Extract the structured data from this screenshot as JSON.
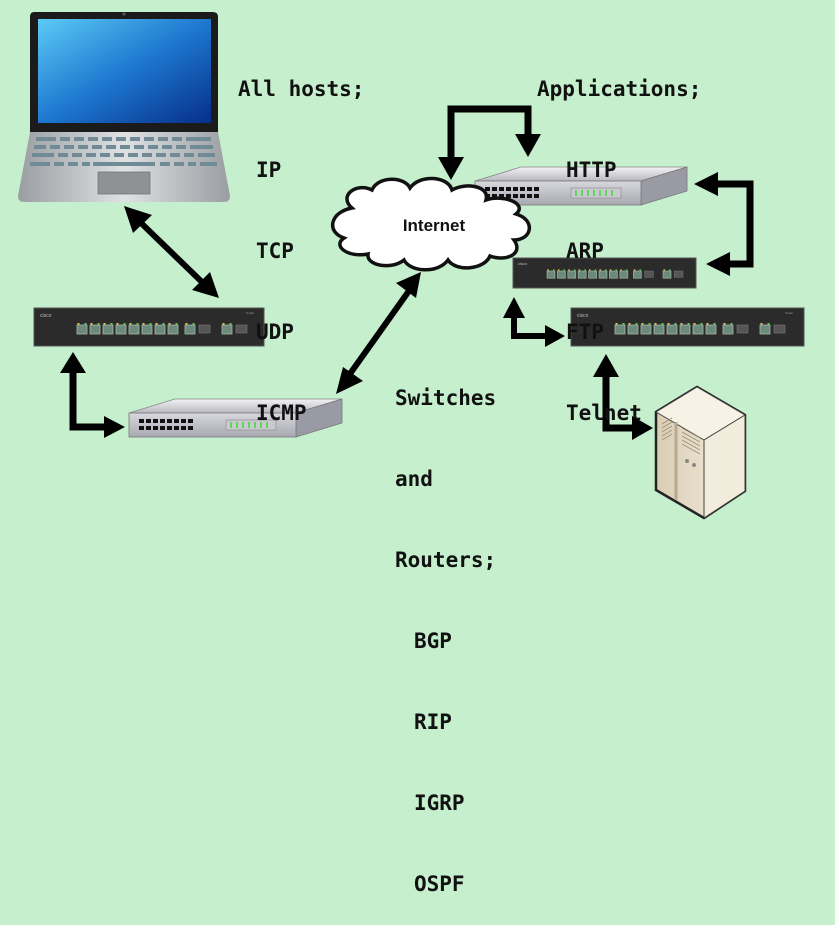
{
  "diagram": {
    "hosts_label": {
      "title": "All hosts;",
      "items": [
        "IP",
        "TCP",
        "UDP",
        "ICMP"
      ]
    },
    "applications_label": {
      "title": "Applications;",
      "items": [
        "HTTP",
        "ARP",
        "FTP",
        "Telnet"
      ]
    },
    "routers_label": {
      "title_lines": [
        "Switches",
        "and",
        "Routers;"
      ],
      "items": [
        "BGP",
        "RIP",
        "IGRP",
        "OSPF"
      ]
    },
    "cloud": {
      "label": "Internet"
    },
    "nodes": [
      {
        "id": "laptop",
        "type": "laptop"
      },
      {
        "id": "switch-left-rack",
        "type": "rack-switch"
      },
      {
        "id": "switch-left-hub",
        "type": "hub-switch"
      },
      {
        "id": "internet-cloud",
        "type": "cloud"
      },
      {
        "id": "switch-top-hub",
        "type": "hub-switch"
      },
      {
        "id": "switch-right-rack-1",
        "type": "rack-switch"
      },
      {
        "id": "switch-right-rack-2",
        "type": "rack-switch"
      },
      {
        "id": "server",
        "type": "server"
      }
    ],
    "connections": [
      {
        "from": "laptop",
        "to": "switch-left-rack",
        "style": "double-arrow"
      },
      {
        "from": "switch-left-rack",
        "to": "switch-left-hub",
        "style": "elbow-double-arrow"
      },
      {
        "from": "switch-left-hub",
        "to": "internet-cloud",
        "style": "double-arrow"
      },
      {
        "from": "internet-cloud",
        "to": "switch-top-hub",
        "style": "bracket-double-arrow"
      },
      {
        "from": "switch-top-hub",
        "to": "switch-right-rack-1",
        "style": "bracket-double-arrow"
      },
      {
        "from": "switch-right-rack-1",
        "to": "switch-right-rack-2",
        "style": "elbow-double-arrow"
      },
      {
        "from": "switch-right-rack-2",
        "to": "server",
        "style": "elbow-double-arrow"
      }
    ],
    "colors": {
      "background": "#c6efce",
      "arrow": "#000000",
      "screen_light": "#4fc3f7",
      "screen_dark": "#0d3d9a",
      "rack_body": "#2a2a2a",
      "port_led": "#66dd55",
      "server_body": "#ede3cf"
    }
  }
}
